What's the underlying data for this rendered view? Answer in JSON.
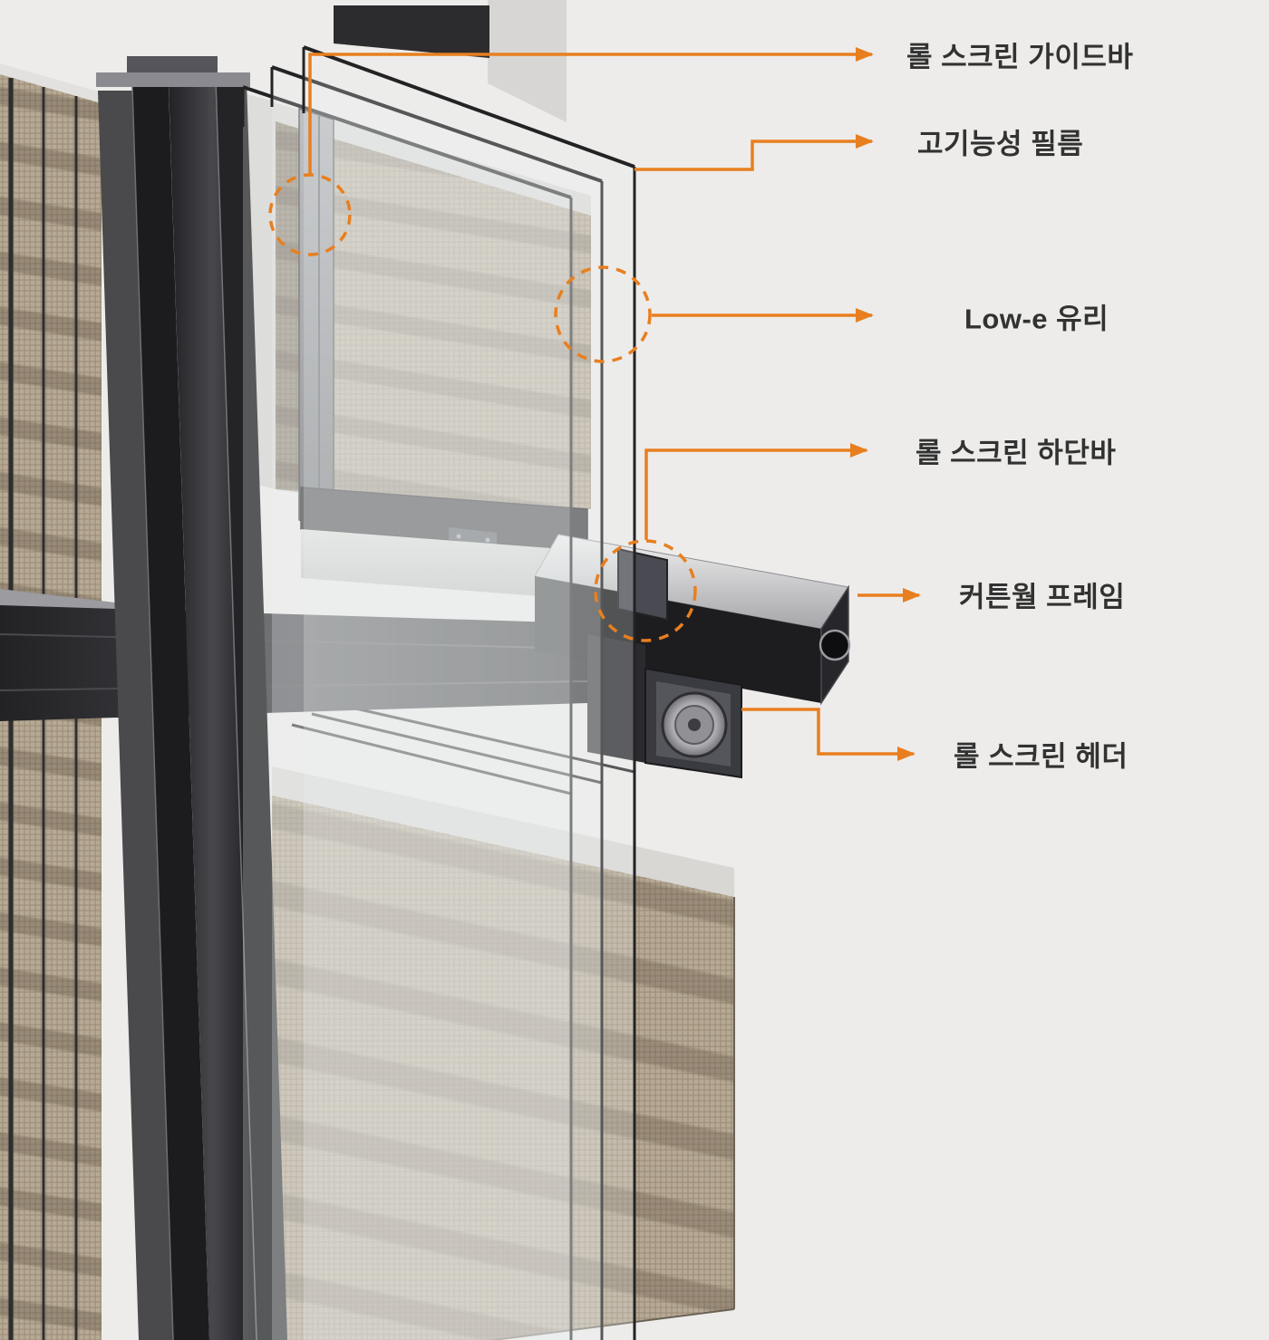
{
  "colors": {
    "background": "#edecea",
    "accent": "#e87f1f",
    "frame_dark": "#232326",
    "mesh_tan": "#b6a995",
    "label_text": "#323232"
  },
  "labels": [
    {
      "id": "roll-screen-guide-bar",
      "text": "롤 스크린 가이드바"
    },
    {
      "id": "high-performance-film",
      "text": "고기능성 필름"
    },
    {
      "id": "low-e-glass",
      "text": "Low-e 유리"
    },
    {
      "id": "roll-screen-bottom-bar",
      "text": "롤 스크린 하단바"
    },
    {
      "id": "curtain-wall-frame",
      "text": "커튼월 프레임"
    },
    {
      "id": "roll-screen-header",
      "text": "롤 스크린 헤더"
    }
  ]
}
